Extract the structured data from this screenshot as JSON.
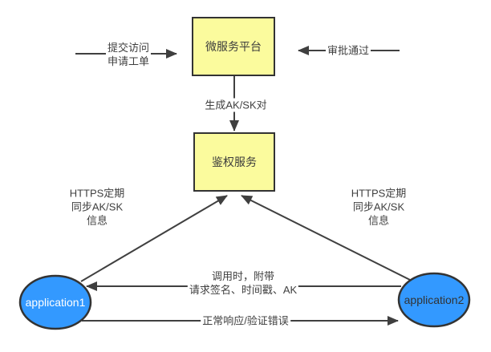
{
  "diagram": {
    "title": "AK/SK authentication flow diagram",
    "nodes": {
      "platform": {
        "label": "微服务平台",
        "shape": "rect"
      },
      "auth_service": {
        "label": "鉴权服务",
        "shape": "rect"
      },
      "application1": {
        "label": "application1",
        "shape": "ellipse"
      },
      "application2": {
        "label": "application2",
        "shape": "ellipse"
      }
    },
    "edges": {
      "submit_ticket": {
        "lines": [
          "提交访问",
          "申请工单"
        ],
        "direction": "left-to-platform"
      },
      "approval": {
        "label": "审批通过",
        "direction": "right-to-platform"
      },
      "generate_keys": {
        "label": "生成AK/SK对",
        "direction": "platform-to-auth"
      },
      "sync_left": {
        "lines": [
          "HTTPS定期",
          "同步AK/SK",
          "信息"
        ],
        "direction": "application1-to-auth"
      },
      "sync_right": {
        "lines": [
          "HTTPS定期",
          "同步AK/SK",
          "信息"
        ],
        "direction": "application2-to-auth"
      },
      "call_request": {
        "lines": [
          "调用时，附带",
          "请求签名、时间戳、AK"
        ],
        "direction": "application2-to-application1"
      },
      "response": {
        "label": "正常响应/验证错误",
        "direction": "application1-to-application2"
      }
    },
    "colors": {
      "background": "#FFFFFF",
      "node_yellow_fill": "#FBFB9D",
      "node_blue_fill": "#3399FF",
      "node_border": "#333333",
      "edge_line": "#404040",
      "text": "#3F3F3F",
      "application1_text": "#FFFFFF",
      "application2_text": "#333333"
    }
  }
}
